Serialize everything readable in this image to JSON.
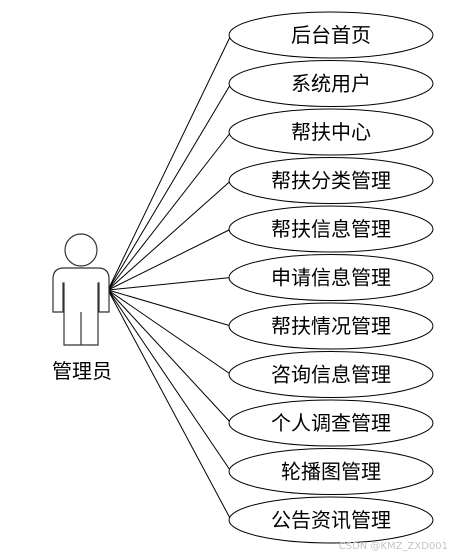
{
  "actor": {
    "label": "管理员"
  },
  "use_cases": [
    {
      "label": "后台首页"
    },
    {
      "label": "系统用户"
    },
    {
      "label": "帮扶中心"
    },
    {
      "label": "帮扶分类管理"
    },
    {
      "label": "帮扶信息管理"
    },
    {
      "label": "申请信息管理"
    },
    {
      "label": "帮扶情况管理"
    },
    {
      "label": "咨询信息管理"
    },
    {
      "label": "个人调查管理"
    },
    {
      "label": "轮播图管理"
    },
    {
      "label": "公告资讯管理"
    }
  ],
  "watermark": "CSDN @KMZ_ZXD001"
}
